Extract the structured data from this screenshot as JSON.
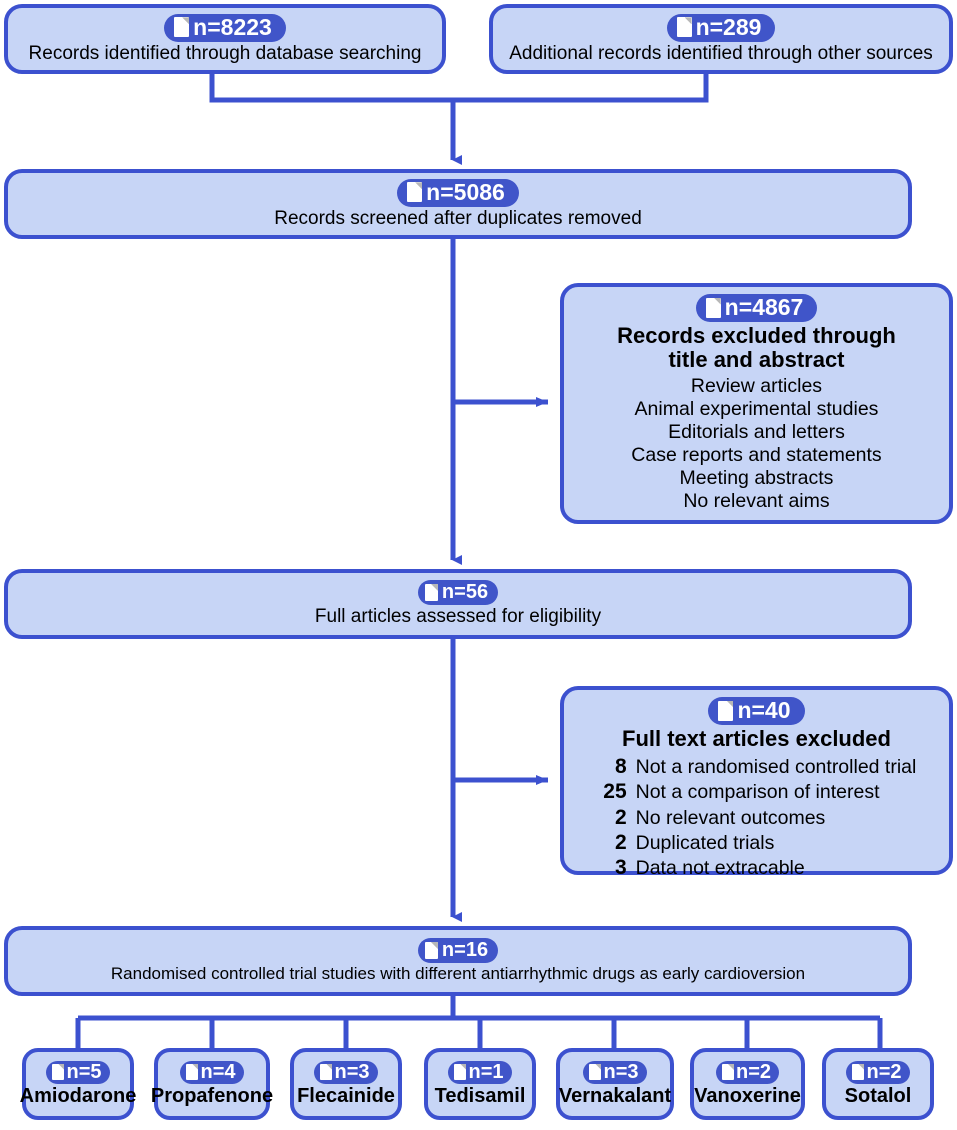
{
  "diagram": {
    "title": "PRISMA study selection flow diagram",
    "colors": {
      "box_fill": "#c7d5f6",
      "box_border": "#3c51cf",
      "pill_fill": "#4055c9",
      "pill_text": "#ffffff",
      "connector": "#3c51cf",
      "background": "#ffffff"
    },
    "icon_name": "document-icon"
  },
  "stages": {
    "identified_db": {
      "count": "n=8223",
      "caption": "Records identified through database searching"
    },
    "identified_other": {
      "count": "n=289",
      "caption": "Additional records identified through other sources"
    },
    "screened": {
      "count": "n=5086",
      "caption": "Records screened after duplicates removed"
    },
    "full_articles": {
      "count": "n=56",
      "caption": "Full articles assessed for eligibility"
    },
    "included": {
      "count": "n=16",
      "caption": "Randomised controlled trial studies with different antiarrhythmic drugs as early cardioversion"
    }
  },
  "excluded_title_abstract": {
    "count": "n=4867",
    "heading_line1": "Records excluded through",
    "heading_line2": "title and abstract",
    "reasons": [
      "Review articles",
      "Animal experimental studies",
      "Editorials and letters",
      "Case reports and statements",
      "Meeting abstracts",
      "No relevant aims"
    ]
  },
  "excluded_full_text": {
    "count": "n=40",
    "heading": "Full text articles excluded",
    "reasons": [
      {
        "count": "8",
        "label": "Not a randomised controlled trial"
      },
      {
        "count": "25",
        "label": "Not a comparison of interest"
      },
      {
        "count": "2",
        "label": "No relevant outcomes"
      },
      {
        "count": "2",
        "label": "Duplicated trials"
      },
      {
        "count": "3",
        "label": "Data not extracable"
      }
    ]
  },
  "drugs": [
    {
      "count": "n=5",
      "name": "Amiodarone"
    },
    {
      "count": "n=4",
      "name": "Propafenone"
    },
    {
      "count": "n=3",
      "name": "Flecainide"
    },
    {
      "count": "n=1",
      "name": "Tedisamil"
    },
    {
      "count": "n=3",
      "name": "Vernakalant"
    },
    {
      "count": "n=2",
      "name": "Vanoxerine"
    },
    {
      "count": "n=2",
      "name": "Sotalol"
    }
  ]
}
